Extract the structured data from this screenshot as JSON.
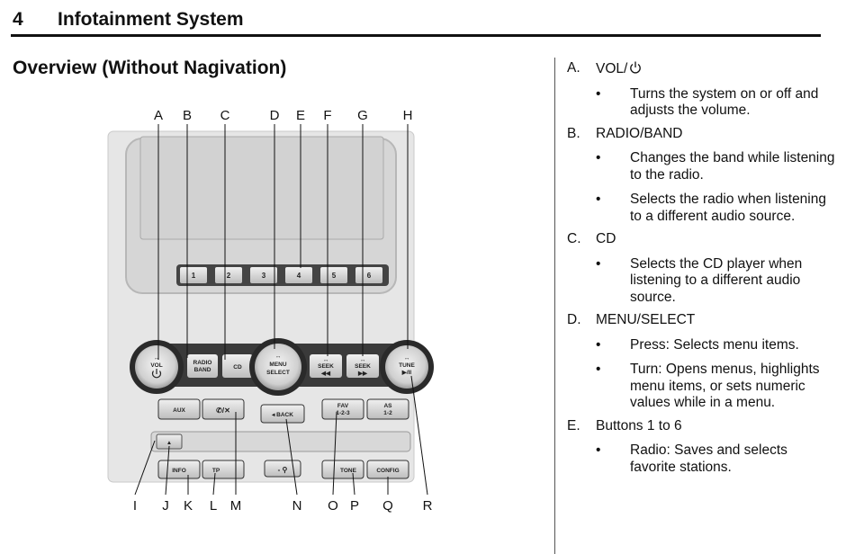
{
  "header": {
    "page_number": "4",
    "chapter_title": "Infotainment System"
  },
  "section_title": "Overview (Without Nagivation)",
  "figure": {
    "callouts_top": [
      "A",
      "B",
      "C",
      "D",
      "E",
      "F",
      "G",
      "H"
    ],
    "callouts_bottom": [
      "I",
      "J",
      "K",
      "L",
      "M",
      "N",
      "O",
      "P",
      "Q",
      "R"
    ],
    "presets": [
      "1",
      "2",
      "3",
      "4",
      "5",
      "6"
    ],
    "knob_vol": {
      "arrows": "↔",
      "label": "VOL"
    },
    "knob_menu": {
      "arrows": "↔",
      "line1": "MENU",
      "line2": "SELECT"
    },
    "knob_tune": {
      "arrows": "↔",
      "line1": "TUNE",
      "line2": "▶/II"
    },
    "radio_band": {
      "line1": "RADIO",
      "line2": "BAND"
    },
    "cd": "CD",
    "seek_back": {
      "arrows": "↔",
      "label": "SEEK",
      "symbol": "◀◀"
    },
    "seek_fwd": {
      "arrows": "↔",
      "label": "SEEK",
      "symbol": "▶▶"
    },
    "aux": "AUX",
    "phone_mute": "✆/✕",
    "back": "◂ BACK",
    "fav": {
      "line1": "FAV",
      "line2": "1-2-3"
    },
    "as": {
      "line1": "AS",
      "line2": "1-2"
    },
    "eject": "▲",
    "info": "INFO",
    "tp": "TP",
    "clock": "- ⚲",
    "tone": "TONE",
    "config": "CONFIG"
  },
  "legend": [
    {
      "letter": "A.",
      "title": "VOL/",
      "has_power_icon": true,
      "bullets": [
        "Turns the system on or off and adjusts the volume."
      ]
    },
    {
      "letter": "B.",
      "title": "RADIO/BAND",
      "bullets": [
        "Changes the band while listening to the radio.",
        "Selects the radio when listening to a different audio source."
      ]
    },
    {
      "letter": "C.",
      "title": "CD",
      "bullets": [
        "Selects the CD player when listening to a different audio source."
      ]
    },
    {
      "letter": "D.",
      "title": "MENU/SELECT",
      "bullets": [
        "Press: Selects menu items.",
        "Turn: Opens menus, highlights menu items, or sets numeric values while in a menu."
      ]
    },
    {
      "letter": "E.",
      "title": "Buttons 1 to 6",
      "bullets": [
        "Radio: Saves and selects favorite stations."
      ]
    }
  ]
}
